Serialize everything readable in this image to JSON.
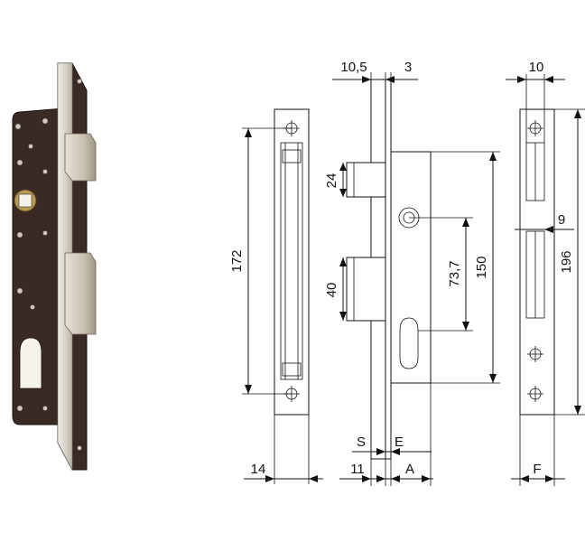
{
  "colors": {
    "lock_body": "#3a2a26",
    "lock_body_dark": "#241916",
    "faceplate": "#d9d4cc",
    "metal": "#c9c1b2",
    "brass": "#b89a55",
    "line": "#111111"
  },
  "dimensions": {
    "faceplate_length": "172",
    "faceplate_width": "14",
    "backset_thickness": "10,5",
    "plate_thickness": "3",
    "latch_height": "24",
    "bolt_height": "40",
    "center_distance": "73,7",
    "case_height": "150",
    "side_s": "S",
    "side_e": "E",
    "bottom_11": "11",
    "bottom_a": "A",
    "strike_width": "10",
    "strike_gap": "9",
    "strike_length": "196",
    "strike_f": "F"
  }
}
